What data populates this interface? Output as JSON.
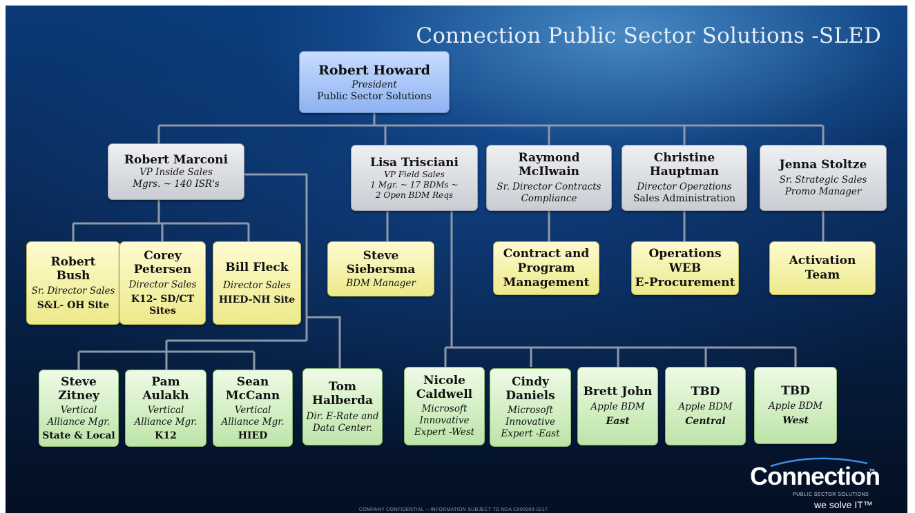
{
  "title": "Connection Public Sector Solutions -SLED",
  "president": {
    "name": "Robert Howard",
    "role": "President",
    "unit": "Public Sector Solutions"
  },
  "marconi": {
    "name": "Robert Marconi",
    "role": "VP Inside Sales",
    "note": "Mgrs. ~ 140 ISR's"
  },
  "trisciani": {
    "name": "Lisa Trisciani",
    "role": "VP Field Sales",
    "note1": "1 Mgr. ~ 17 BDMs ~",
    "note2": "2 Open BDM Reqs"
  },
  "mcilwain": {
    "name1": "Raymond",
    "name2": "McIlwain",
    "role1": "Sr. Director Contracts",
    "role2": "Compliance"
  },
  "hauptman": {
    "name1": "Christine",
    "name2": "Hauptman",
    "role": "Director Operations",
    "unit": "Sales Administration"
  },
  "stoltze": {
    "name": "Jenna Stoltze",
    "role1": "Sr. Strategic Sales",
    "role2": "Promo Manager"
  },
  "bush": {
    "name1": "Robert",
    "name2": "Bush",
    "role": "Sr. Director Sales",
    "site": "S&L- OH Site"
  },
  "petersen": {
    "name1": "Corey",
    "name2": "Petersen",
    "role": "Director Sales",
    "site1": "K12- SD/CT",
    "site2": "Sites"
  },
  "fleck": {
    "name": "Bill Fleck",
    "role": "Director Sales",
    "site": "HIED-NH Site"
  },
  "siebersma": {
    "name1": "Steve",
    "name2": "Siebersma",
    "role": "BDM Manager"
  },
  "contract": {
    "line1": "Contract and",
    "line2": "Program",
    "line3": "Management"
  },
  "operations": {
    "line1": "Operations",
    "line2": "WEB",
    "line3": "E-Procurement"
  },
  "activation": {
    "line1": "Activation",
    "line2": "Team"
  },
  "zitney": {
    "name1": "Steve",
    "name2": "Zitney",
    "role1": "Vertical",
    "role2": "Alliance Mgr.",
    "seg": "State & Local"
  },
  "aulakh": {
    "name1": "Pam",
    "name2": "Aulakh",
    "role1": "Vertical",
    "role2": "Alliance Mgr.",
    "seg": "K12"
  },
  "mccann": {
    "name1": "Sean",
    "name2": "McCann",
    "role1": "Vertical",
    "role2": "Alliance Mgr.",
    "seg": "HIED"
  },
  "halberda": {
    "name1": "Tom",
    "name2": "Halberda",
    "role1": "Dir. E-Rate and",
    "role2": "Data Center."
  },
  "caldwell": {
    "name1": "Nicole",
    "name2": "Caldwell",
    "role1": "Microsoft",
    "role2": "Innovative",
    "role3": "Expert -West"
  },
  "daniels": {
    "name1": "Cindy",
    "name2": "Daniels",
    "role1": "Microsoft",
    "role2": "Innovative",
    "role3": "Expert -East"
  },
  "john": {
    "name": "Brett John",
    "role": "Apple BDM",
    "region": "East"
  },
  "tbd_central": {
    "name": "TBD",
    "role": "Apple BDM",
    "region": "Central"
  },
  "tbd_west": {
    "name": "TBD",
    "role": "Apple BDM",
    "region": "West"
  },
  "logo": {
    "word": "Connection",
    "tm": "™",
    "sub": "PUBLIC SECTOR SOLUTIONS",
    "tagline": "we solve IT™"
  },
  "footer": "COMPANY CONFIDENTIAL —INFORMATION SUBJECT TO NDA  C000000-0217",
  "colors": {
    "connector": "#8e98a8",
    "background_top": "#0a3a78",
    "background_bottom": "#040f22"
  }
}
